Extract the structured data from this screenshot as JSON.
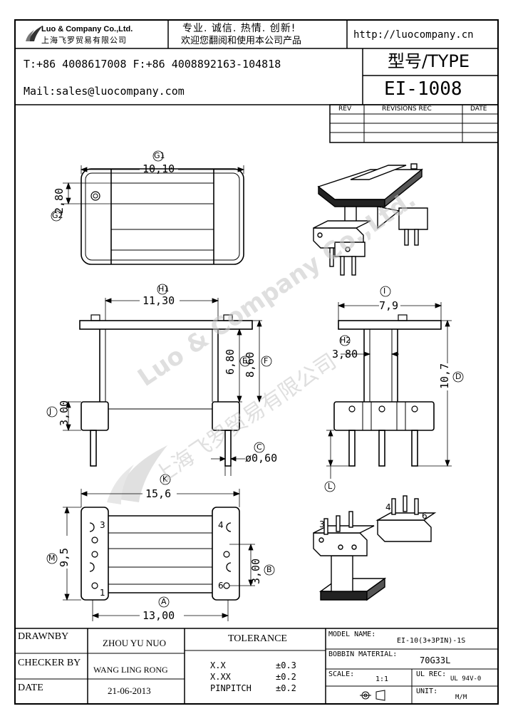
{
  "header": {
    "company_en": "Luo & Company Co.,Ltd.",
    "company_cn": "上海飞罗贸易有限公司",
    "slogan_line1": "专业. 诚信.  热情.  创新!",
    "slogan_line2": "欢迎您翻阅和使用本公司产品",
    "website": "http://luocompany.cn",
    "phone_fax": "T:+86 4008617008 F:+86 4008892163-104818",
    "mail": "Mail:sales@luocompany.com",
    "type_label": "型号/TYPE",
    "model": "EI-1008"
  },
  "revisions": {
    "col_rev": "REV",
    "col_rec": "REVISIONS REC",
    "col_date": "DATE"
  },
  "dimensions": {
    "top_view": {
      "g1_label": "G1",
      "g1_value": "10,10",
      "g2_label": "G2",
      "g2_value": "2,80"
    },
    "front_view": {
      "h1_label": "H1",
      "h1_value": "11,30",
      "e_label": "E",
      "e_value": "6,80",
      "f_label": "F",
      "f_value": "8,60",
      "j_label": "J",
      "j_value": "3,00",
      "c_label": "C",
      "c_value": "ø0,60"
    },
    "side_view": {
      "i_label": "I",
      "i_value": "7,9",
      "h2_label": "H2",
      "h2_value": "3,80",
      "d_label": "D",
      "d_value": "10,7",
      "l_label": "L"
    },
    "bottom_view": {
      "k_label": "K",
      "k_value": "15,6",
      "m_label": "M",
      "m_value": "9,5",
      "b_label": "B",
      "b_value": "3,00",
      "a_label": "A",
      "a_value": "13,00",
      "pin3": "3",
      "pin4": "4",
      "pin6": "6",
      "pin1": "1"
    },
    "iso_pins": {
      "p3": "3",
      "p4": "4",
      "p6": "6"
    }
  },
  "watermark": {
    "en": "Luo & Company Co.,Ltd.",
    "cn": "上海飞罗贸易有限公司"
  },
  "footer": {
    "drawnby_label": "DRAWNBY",
    "drawnby_value": "ZHOU YU NUO",
    "checker_label": "CHECKER BY",
    "checker_value": "WANG LING RONG",
    "date_label": "DATE",
    "date_value": "21-06-2013",
    "tolerance_label": "TOLERANCE",
    "tol_rows": [
      {
        "k": "X.X",
        "v": "±0.3"
      },
      {
        "k": "X.XX",
        "v": "±0.2"
      },
      {
        "k": "PINPITCH",
        "v": "±0.2"
      }
    ],
    "model_name_label": "MODEL NAME:",
    "model_name_value": "EI-10(3+3PIN)-1S",
    "bobbin_label": "BOBBIN MATERIAL:",
    "bobbin_value": "70G33L",
    "scale_label": "SCALE:",
    "scale_value": "1:1",
    "ul_label": "UL REC:",
    "ul_value": "UL 94V-0",
    "unit_label": "UNIT:",
    "unit_value": "M/M"
  }
}
